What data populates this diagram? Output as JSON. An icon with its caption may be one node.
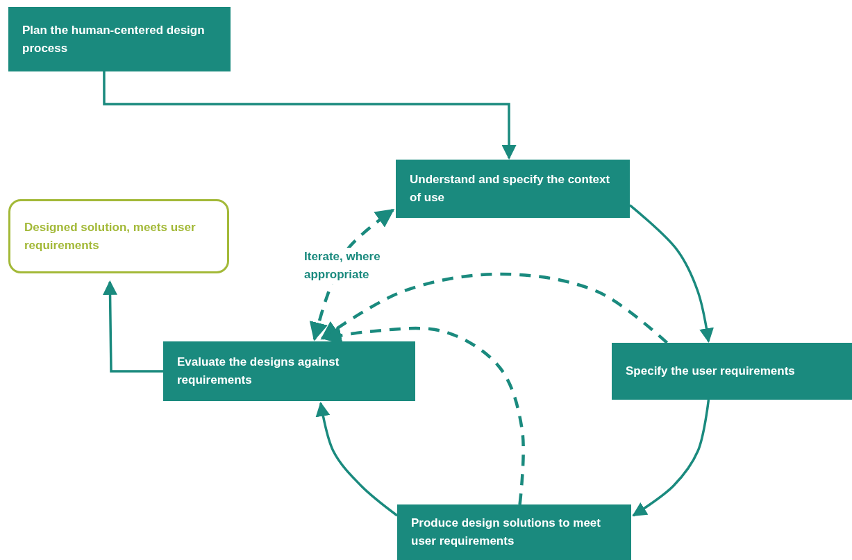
{
  "diagram": {
    "nodes": [
      {
        "text": [
          "Plan the human-centered design process"
        ]
      },
      {
        "text": [
          "Understand and specify the context of use"
        ]
      },
      {
        "text": [
          "Designed solution, meets user requirements"
        ]
      },
      {
        "text": [
          "Evaluate the designs against requirements"
        ]
      },
      {
        "text": [
          "Specify the user requirements"
        ]
      },
      {
        "text": [
          "Produce design solutions to meet user requirements"
        ]
      }
    ],
    "edges": [
      {
        "from": 0,
        "to": 1,
        "arrow": "to"
      },
      {
        "from": 1,
        "to": 4,
        "arrow": "to"
      },
      {
        "from": 4,
        "to": 5,
        "arrow": "to"
      },
      {
        "from": 5,
        "to": 3,
        "arrow": "to"
      },
      {
        "from": 3,
        "to": 2,
        "arrow": "to"
      },
      {
        "from": 3,
        "to": 1,
        "arrow": "both",
        "style": "dashed",
        "label": "Iterate, where appropriate"
      },
      {
        "from": 4,
        "to": 3,
        "arrow": "to",
        "style": "dashed"
      },
      {
        "from": 5,
        "to": 3,
        "arrow": "to",
        "style": "dashed"
      }
    ]
  }
}
